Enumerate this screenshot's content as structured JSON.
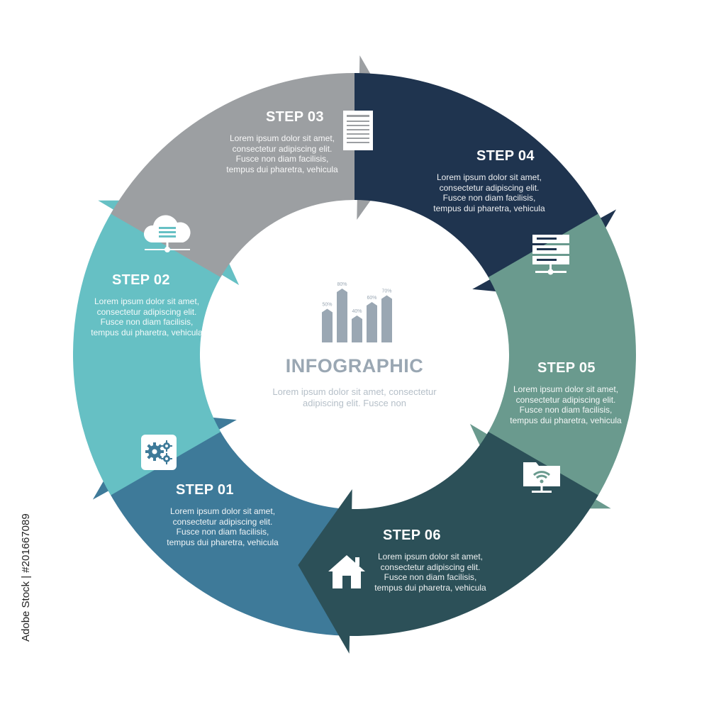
{
  "colors": {
    "step01": "#3e7a99",
    "step02": "#66c0c4",
    "step03": "#9c9fa2",
    "step04": "#1f344f",
    "step05": "#6a9a8e",
    "step06": "#2c5058",
    "center_text": "#9aa7b3"
  },
  "center": {
    "title": "INFOGRAPHIC",
    "text": "Lorem ipsum dolor sit amet, consectetur adipiscing elit. Fusce non",
    "chart_icon": "bar-chart-icon",
    "chart_bars": [
      {
        "label": "50%",
        "value": 50
      },
      {
        "label": "80%",
        "value": 80
      },
      {
        "label": "40%",
        "value": 40
      },
      {
        "label": "60%",
        "value": 60
      },
      {
        "label": "70%",
        "value": 70
      }
    ]
  },
  "steps": [
    {
      "title": "STEP 01",
      "text": "Lorem ipsum dolor sit amet, consectetur adipiscing elit. Fusce non diam facilisis, tempus dui pharetra, vehicula",
      "icon": "gears-icon"
    },
    {
      "title": "STEP 02",
      "text": "Lorem ipsum dolor sit amet, consectetur adipiscing elit. Fusce non diam facilisis, tempus dui pharetra, vehicula",
      "icon": "cloud-network-icon"
    },
    {
      "title": "STEP 03",
      "text": "Lorem ipsum dolor sit amet, consectetur adipiscing elit. Fusce non diam facilisis, tempus dui pharetra, vehicula",
      "icon": "document-icon"
    },
    {
      "title": "STEP 04",
      "text": "Lorem ipsum dolor sit amet, consectetur adipiscing elit. Fusce non diam facilisis, tempus dui pharetra, vehicula",
      "icon": "server-icon"
    },
    {
      "title": "STEP 05",
      "text": "Lorem ipsum dolor sit amet, consectetur adipiscing elit. Fusce non diam facilisis, tempus dui pharetra, vehicula",
      "icon": "wifi-folder-icon"
    },
    {
      "title": "STEP 06",
      "text": "Lorem ipsum dolor sit amet, consectetur adipiscing elit. Fusce non diam facilisis, tempus dui pharetra, vehicula",
      "icon": "home-icon"
    }
  ],
  "stock_id": "Adobe Stock | #201667089"
}
